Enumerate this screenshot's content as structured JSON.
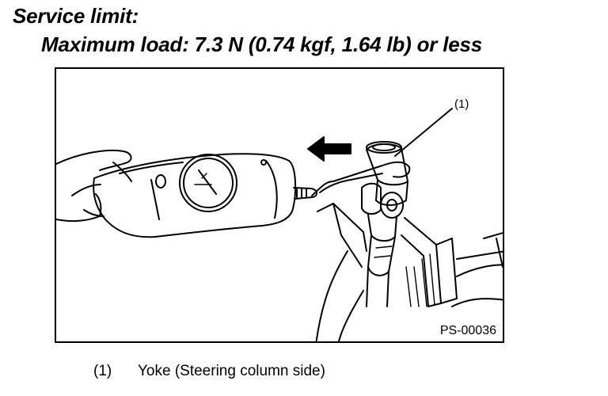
{
  "heading": {
    "line1": "Service limit:",
    "line2": "Maximum load: 7.3 N (0.74 kgf, 1.64 lb) or less"
  },
  "figure": {
    "callout_number": "(1)",
    "figure_id": "PS-00036"
  },
  "caption": {
    "number": "(1)",
    "text": "Yoke (Steering column side)"
  }
}
